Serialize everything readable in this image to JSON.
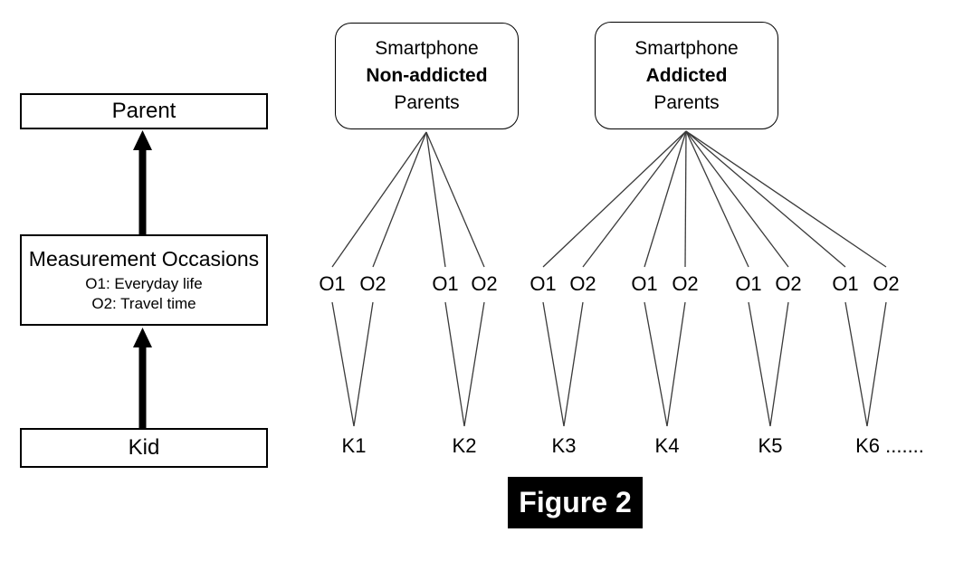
{
  "figure": {
    "caption": "Figure 2"
  },
  "left_flow": {
    "parent_box": "Parent",
    "measurement_box": {
      "title": "Measurement Occasions",
      "item1": "O1: Everyday life",
      "item2": "O2: Travel time"
    },
    "kid_box": "Kid"
  },
  "groups": [
    {
      "line1": "Smartphone",
      "line2": "Non-addicted",
      "line3": "Parents",
      "kids": [
        {
          "label": "K1",
          "occasions": [
            "O1",
            "O2"
          ]
        },
        {
          "label": "K2",
          "occasions": [
            "O1",
            "O2"
          ]
        }
      ]
    },
    {
      "line1": "Smartphone",
      "line2": "Addicted",
      "line3": "Parents",
      "kids": [
        {
          "label": "K3",
          "occasions": [
            "O1",
            "O2"
          ]
        },
        {
          "label": "K4",
          "occasions": [
            "O1",
            "O2"
          ]
        },
        {
          "label": "K5",
          "occasions": [
            "O1",
            "O2"
          ]
        },
        {
          "label": "K6 .......",
          "occasions": [
            "O1",
            "O2"
          ]
        }
      ]
    }
  ],
  "colors": {
    "connector_line": "#3a3a3a",
    "box_border": "#000000",
    "arrow": "#000000",
    "caption_bg": "#000000",
    "caption_text": "#ffffff"
  }
}
